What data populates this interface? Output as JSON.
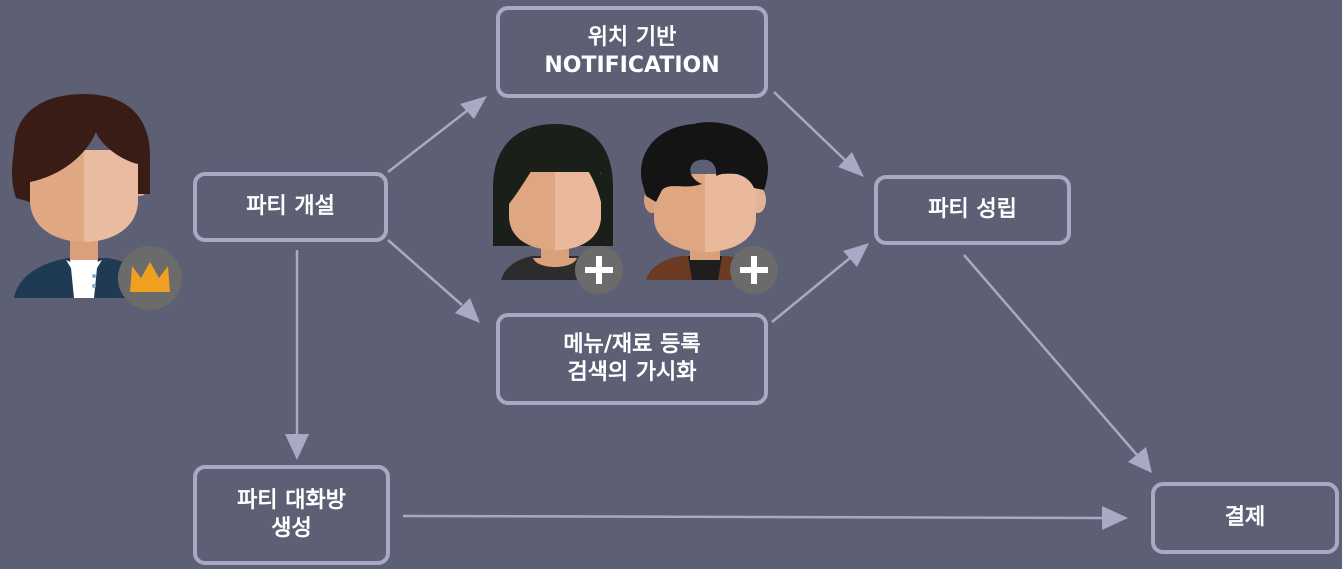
{
  "nodes": {
    "location_notification": {
      "line1": "위치 기반",
      "line2": "NOTIFICATION"
    },
    "party_create": {
      "label": "파티 개설"
    },
    "party_formed": {
      "label": "파티 성립"
    },
    "menu_register": {
      "line1": "메뉴/재료 등록",
      "line2": "검색의 가시화"
    },
    "chat_create": {
      "line1": "파티 대화방",
      "line2": "생성"
    },
    "payment": {
      "label": "결제"
    }
  },
  "icons": {
    "host": "host-avatar-icon",
    "host_badge": "crown-icon",
    "member1": "member-avatar-female-icon",
    "member2": "member-avatar-male-icon",
    "add": "plus-icon"
  },
  "colors": {
    "background": "#5d6074",
    "border": "#a9a8c5",
    "arrow": "#a9a8c5",
    "crown": "#f0a020",
    "badge": "#6b6b6b"
  }
}
